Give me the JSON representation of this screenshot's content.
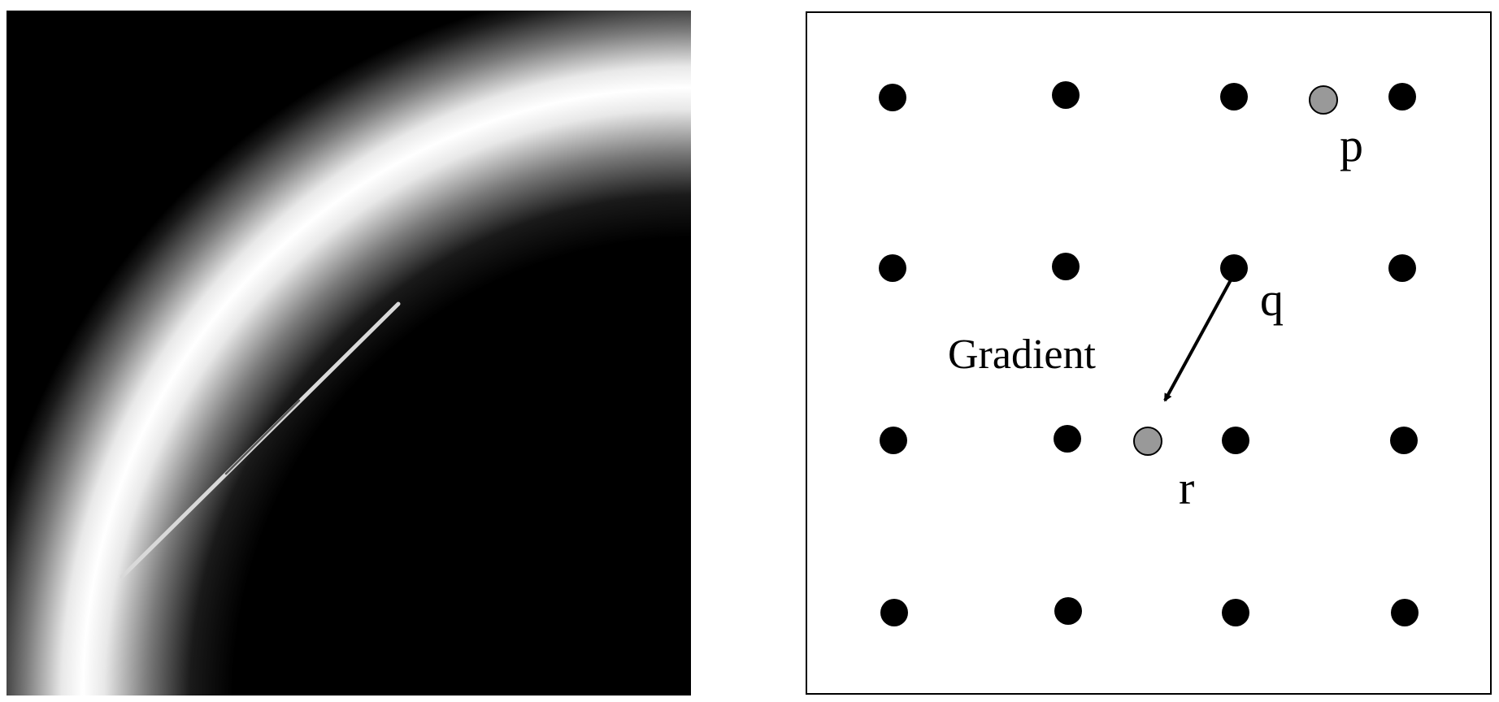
{
  "left_panel": {
    "description_name": "gradient-magnitude-image",
    "colors": {
      "background": "#000000",
      "ridge": "#ffffff",
      "gradient_line": "#e6e6e6",
      "gradient_line_center": "#333333"
    }
  },
  "right_panel": {
    "labels": {
      "p": "p",
      "q": "q",
      "r": "r",
      "gradient": "Gradient"
    },
    "colors": {
      "grid_point": "#000000",
      "interpolated_point": "#999999",
      "frame": "#000000",
      "arrow": "#000000"
    }
  }
}
